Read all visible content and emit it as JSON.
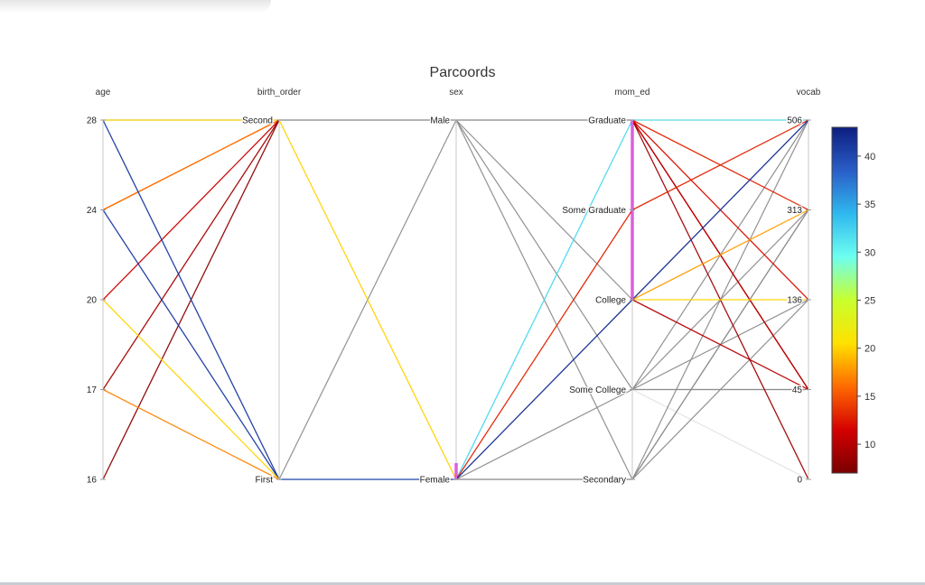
{
  "chart_data": {
    "type": "parallel_coordinates",
    "title": "Parcoords",
    "dimensions": [
      {
        "key": "age",
        "label": "age",
        "kind": "numeric",
        "ticks": [
          "28",
          "24",
          "20",
          "17",
          "16"
        ]
      },
      {
        "key": "birth_order",
        "label": "birth_order",
        "kind": "categorical",
        "ticks": [
          "Second",
          "First"
        ]
      },
      {
        "key": "sex",
        "label": "sex",
        "kind": "categorical",
        "ticks": [
          "Male",
          "Female"
        ]
      },
      {
        "key": "mom_ed",
        "label": "mom_ed",
        "kind": "categorical",
        "ticks": [
          "Graduate",
          "Some Graduate",
          "College",
          "Some College",
          "Secondary"
        ]
      },
      {
        "key": "vocab",
        "label": "vocab",
        "kind": "numeric",
        "ticks": [
          "506",
          "313",
          "136",
          "45",
          "0"
        ]
      }
    ],
    "color_scale": {
      "ticks": [
        10,
        15,
        20,
        25,
        30,
        35,
        40
      ],
      "min": 7,
      "max": 43,
      "stops": [
        "#7a0000",
        "#d40000",
        "#ff6a00",
        "#ffe100",
        "#c8ff2e",
        "#6dfff0",
        "#2fb8ef",
        "#2a5ec7",
        "#0c1d80"
      ]
    },
    "highlight": {
      "dimension": "mom_ed",
      "from": "Graduate",
      "to": "College",
      "color": "#e600e6"
    },
    "highlight_sex": {
      "dimension": "sex",
      "from": "Female",
      "to": "Female",
      "color": "#e600e6"
    },
    "neutral_color": "#8c8c8c",
    "records": [
      {
        "age": "28",
        "birth_order": "Second",
        "sex": "Male",
        "mom_ed": "Graduate",
        "vocab": "506",
        "color_value": 20
      },
      {
        "age": "28",
        "birth_order": "First",
        "sex": "Female",
        "mom_ed": "College",
        "vocab": "506",
        "color_value": 42
      },
      {
        "age": "24",
        "birth_order": "Second",
        "sex": "Female",
        "mom_ed": "College",
        "vocab": "313",
        "color_value": 17
      },
      {
        "age": "24",
        "birth_order": "First",
        "sex": "Female",
        "mom_ed": "Graduate",
        "vocab": "506",
        "color_value": 40
      },
      {
        "age": "20",
        "birth_order": "Second",
        "sex": "Female",
        "mom_ed": "Graduate",
        "vocab": "45",
        "color_value": 11
      },
      {
        "age": "20",
        "birth_order": "First",
        "sex": "Female",
        "mom_ed": "College",
        "vocab": "136",
        "color_value": 20
      },
      {
        "age": "17",
        "birth_order": "Second",
        "sex": "Female",
        "mom_ed": "Graduate",
        "vocab": "313",
        "color_value": 12
      },
      {
        "age": "17",
        "birth_order": "First",
        "sex": "Female",
        "mom_ed": "Graduate",
        "vocab": "506",
        "color_value": 17
      },
      {
        "age": "16",
        "birth_order": "Second",
        "sex": "Female",
        "mom_ed": "Graduate",
        "vocab": "0",
        "color_value": 9
      },
      {
        "age": "28",
        "birth_order": "First",
        "sex": "Female",
        "mom_ed": "Graduate",
        "vocab": "506",
        "color_value": 31
      }
    ],
    "background_segments": [
      {
        "from": "age:28",
        "to": "birth_order:Second",
        "color_value": 20
      },
      {
        "from": "age:24",
        "to": "birth_order:Second",
        "color_value": 17
      },
      {
        "from": "age:24",
        "to": "birth_order:Second",
        "color_value": 16
      },
      {
        "from": "age:20",
        "to": "birth_order:Second",
        "color_value": 11
      },
      {
        "from": "age:17",
        "to": "birth_order:Second",
        "color_value": 9
      },
      {
        "from": "age:16",
        "to": "birth_order:Second",
        "color_value": 8
      },
      {
        "from": "age:28",
        "to": "birth_order:First",
        "color_value": 41
      },
      {
        "from": "age:24",
        "to": "birth_order:First",
        "color_value": 41
      },
      {
        "from": "age:20",
        "to": "birth_order:First",
        "color_value": 20
      },
      {
        "from": "age:17",
        "to": "birth_order:First",
        "color_value": 17
      },
      {
        "from": "birth_order:Second",
        "to": "sex:Male",
        "color_value": null
      },
      {
        "from": "birth_order:Second",
        "to": "sex:Female",
        "color_value": 20
      },
      {
        "from": "birth_order:First",
        "to": "sex:Male",
        "color_value": null
      },
      {
        "from": "birth_order:First",
        "to": "sex:Female",
        "color_value": 40
      },
      {
        "from": "sex:Male",
        "to": "mom_ed:Graduate",
        "color_value": null
      },
      {
        "from": "sex:Male",
        "to": "mom_ed:College",
        "color_value": null
      },
      {
        "from": "sex:Male",
        "to": "mom_ed:Some College",
        "color_value": null
      },
      {
        "from": "sex:Male",
        "to": "mom_ed:Secondary",
        "color_value": null
      },
      {
        "from": "sex:Female",
        "to": "mom_ed:Graduate",
        "color_value": 32
      },
      {
        "from": "sex:Female",
        "to": "mom_ed:Some Graduate",
        "color_value": 13
      },
      {
        "from": "sex:Female",
        "to": "mom_ed:College",
        "color_value": 42
      },
      {
        "from": "sex:Female",
        "to": "mom_ed:Some College",
        "color_value": null
      },
      {
        "from": "sex:Female",
        "to": "mom_ed:Secondary",
        "color_value": null
      },
      {
        "from": "mom_ed:Graduate",
        "to": "vocab:506",
        "color_value": 31
      },
      {
        "from": "mom_ed:Graduate",
        "to": "vocab:313",
        "color_value": 13
      },
      {
        "from": "mom_ed:Graduate",
        "to": "vocab:136",
        "color_value": 12
      },
      {
        "from": "mom_ed:Graduate",
        "to": "vocab:45",
        "color_value": 11
      },
      {
        "from": "mom_ed:Graduate",
        "to": "vocab:45",
        "color_value": 10
      },
      {
        "from": "mom_ed:Graduate",
        "to": "vocab:0",
        "color_value": 9
      },
      {
        "from": "mom_ed:Some Graduate",
        "to": "vocab:506",
        "color_value": 13
      },
      {
        "from": "mom_ed:College",
        "to": "vocab:506",
        "color_value": 42
      },
      {
        "from": "mom_ed:College",
        "to": "vocab:313",
        "color_value": 18
      },
      {
        "from": "mom_ed:College",
        "to": "vocab:136",
        "color_value": 20
      },
      {
        "from": "mom_ed:College",
        "to": "vocab:45",
        "color_value": 10
      },
      {
        "from": "mom_ed:Some College",
        "to": "vocab:506",
        "color_value": null
      },
      {
        "from": "mom_ed:Some College",
        "to": "vocab:313",
        "color_value": null
      },
      {
        "from": "mom_ed:Some College",
        "to": "vocab:136",
        "color_value": null
      },
      {
        "from": "mom_ed:Some College",
        "to": "vocab:45",
        "color_value": null
      },
      {
        "from": "mom_ed:Some College",
        "to": "vocab:0",
        "color_value": -1
      },
      {
        "from": "mom_ed:Secondary",
        "to": "vocab:506",
        "color_value": null
      },
      {
        "from": "mom_ed:Secondary",
        "to": "vocab:313",
        "color_value": null
      },
      {
        "from": "mom_ed:Secondary",
        "to": "vocab:136",
        "color_value": null
      },
      {
        "from": "mom_ed:Secondary",
        "to": "vocab:313",
        "color_value": null
      }
    ],
    "top_connector": [
      {
        "from": "age:28",
        "to": "birth_order:Second"
      },
      {
        "from": "birth_order:Second",
        "to": "sex:Male"
      },
      {
        "from": "sex:Male",
        "to": "mom_ed:Graduate"
      },
      {
        "from": "mom_ed:Graduate",
        "to": "vocab:506"
      }
    ],
    "bottom_connector": [
      {
        "from": "birth_order:First",
        "to": "sex:Female"
      },
      {
        "from": "sex:Female",
        "to": "mom_ed:Secondary"
      },
      {
        "from": "mom_ed:Some College",
        "to": "vocab:45"
      }
    ]
  }
}
